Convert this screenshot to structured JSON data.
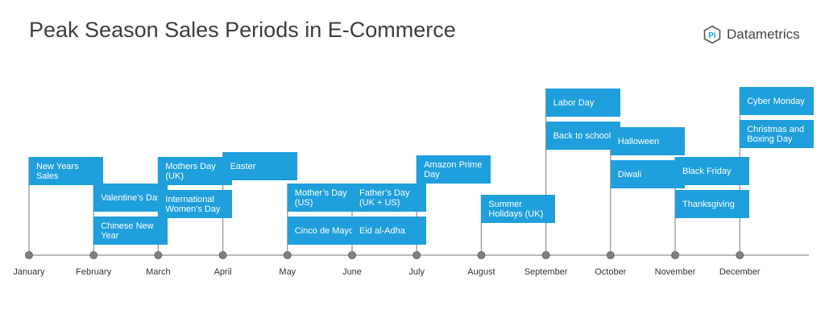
{
  "title": "Peak Season Sales Periods in E-Commerce",
  "brand": {
    "logo_text": "Pi",
    "name": "Datametrics"
  },
  "colors": {
    "box": "#1f9fdc",
    "line": "#8f8f8f",
    "dot": "#808080",
    "title": "#3d3d3d"
  },
  "months": [
    "January",
    "February",
    "March",
    "April",
    "May",
    "June",
    "July",
    "August",
    "September",
    "October",
    "November",
    "December"
  ],
  "events": [
    {
      "month": "January",
      "tier": 1,
      "label": "New Years\nSales"
    },
    {
      "month": "February",
      "tier": 0,
      "label": "Chinese New\nYear"
    },
    {
      "month": "February",
      "tier": 1,
      "label": "Valentine’s Day"
    },
    {
      "month": "March",
      "tier": 0,
      "label": "International\nWomen’s Day"
    },
    {
      "month": "March",
      "tier": 1,
      "label": "Mothers Day\n(UK)"
    },
    {
      "month": "April",
      "tier": 0,
      "label": "Easter"
    },
    {
      "month": "May",
      "tier": 0,
      "label": "Cinco de Mayo"
    },
    {
      "month": "May",
      "tier": 1,
      "label": "Mother’s Day\n(US)"
    },
    {
      "month": "June",
      "tier": 0,
      "label": "Eid al-Adha"
    },
    {
      "month": "June",
      "tier": 1,
      "label": "Father’s Day\n(UK + US)"
    },
    {
      "month": "July",
      "tier": 0,
      "label": "Amazon Prime\nDay"
    },
    {
      "month": "August",
      "tier": 0,
      "label": "Summer\nHolidays (UK)"
    },
    {
      "month": "September",
      "tier": 0,
      "label": "Back to school"
    },
    {
      "month": "September",
      "tier": 1,
      "label": "Labor Day"
    },
    {
      "month": "October",
      "tier": 0,
      "label": "Diwali"
    },
    {
      "month": "October",
      "tier": 1,
      "label": "Halloween"
    },
    {
      "month": "November",
      "tier": 0,
      "label": "Thanksgiving"
    },
    {
      "month": "November",
      "tier": 1,
      "label": "Black Friday"
    },
    {
      "month": "December",
      "tier": 0,
      "label": "Christmas and\nBoxing Day"
    },
    {
      "month": "December",
      "tier": 1,
      "label": "Cyber Monday"
    }
  ]
}
